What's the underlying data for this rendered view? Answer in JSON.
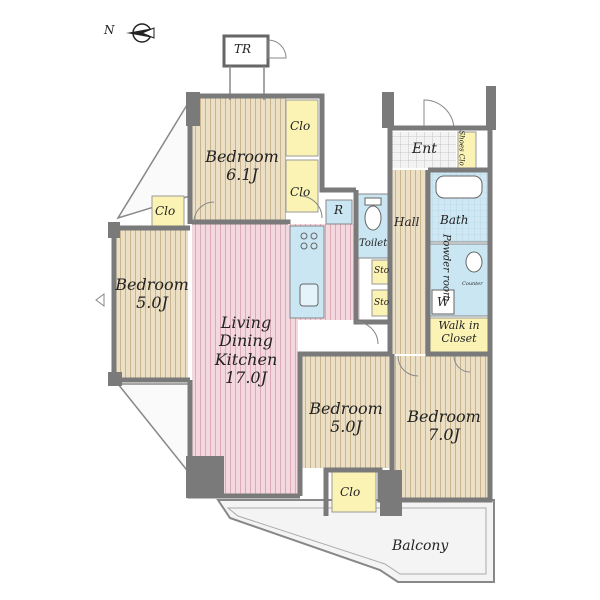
{
  "compass": {
    "label": "N"
  },
  "rooms": {
    "tr": "TR",
    "bedroom_top": {
      "name": "Bedroom",
      "size": "6.1J"
    },
    "clo_top1": "Clo",
    "clo_top2": "Clo",
    "clo_left": "Clo",
    "bedroom_left": {
      "name": "Bedroom",
      "size": "5.0J"
    },
    "ldk": {
      "line1": "Living",
      "line2": "Dining",
      "line3": "Kitchen",
      "size": "17.0J"
    },
    "refrigerator": "R",
    "toilet": "Toilet",
    "hall": "Hall",
    "sto1": "Sto",
    "sto2": "Sto",
    "entrance": "Ent",
    "shoes_clo": "Shoes Clo",
    "bath": "Bath",
    "powder_room": "Powder room",
    "counter": "Counter",
    "washer": "W",
    "walk_in_closet": {
      "line1": "Walk in",
      "line2": "Closet"
    },
    "bedroom_mid": {
      "name": "Bedroom",
      "size": "5.0J"
    },
    "bedroom_right": {
      "name": "Bedroom",
      "size": "7.0J"
    },
    "clo_bottom": "Clo",
    "balcony": "Balcony"
  },
  "colors": {
    "wall": "#7a7a7a",
    "bedroom_floor": "#e8dcc4",
    "ldk_floor": "#f2d4dc",
    "wet_area": "#c9e6f2",
    "closet": "#fbf3b4",
    "tile": "#eeeeee",
    "balcony": "#f4f4f4"
  }
}
